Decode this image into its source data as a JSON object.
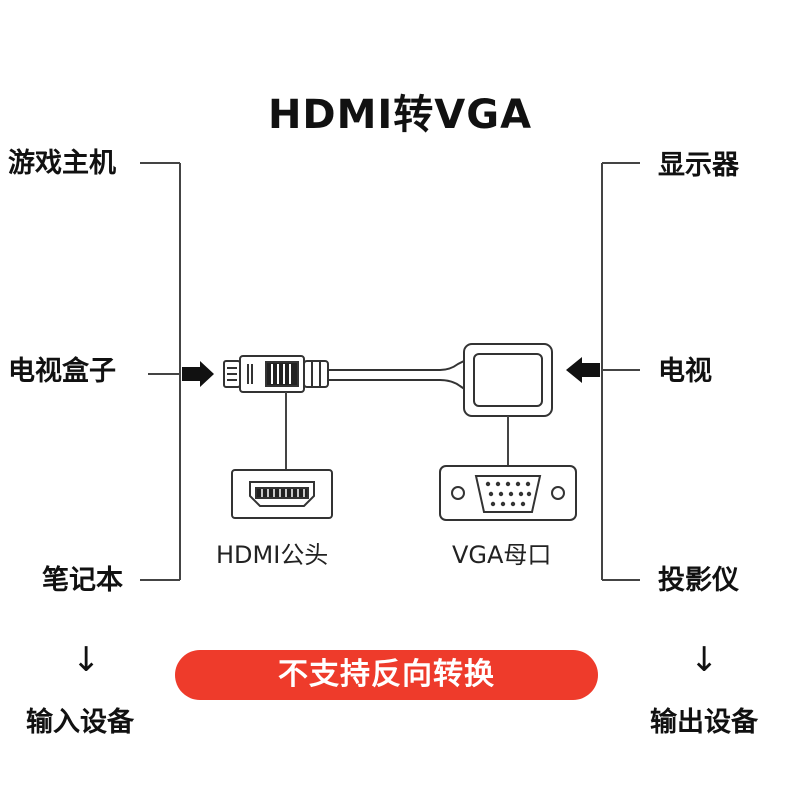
{
  "title": "HDMI转VGA",
  "inputs": {
    "devices": [
      "游戏主机",
      "电视盒子",
      "笔记本"
    ],
    "summary": "输入设备"
  },
  "outputs": {
    "devices": [
      "显示器",
      "电视",
      "投影仪"
    ],
    "summary": "输出设备"
  },
  "connectors": {
    "hdmi_label": "HDMI公头",
    "vga_label": "VGA母口"
  },
  "notice": "不支持反向转换",
  "icons": {
    "left_arrow": "arrow-right-icon",
    "right_arrow": "arrow-left-icon",
    "down_arrow": "arrow-down-icon"
  },
  "colors": {
    "banner": "#ee3b2b",
    "lines": "#444444"
  }
}
